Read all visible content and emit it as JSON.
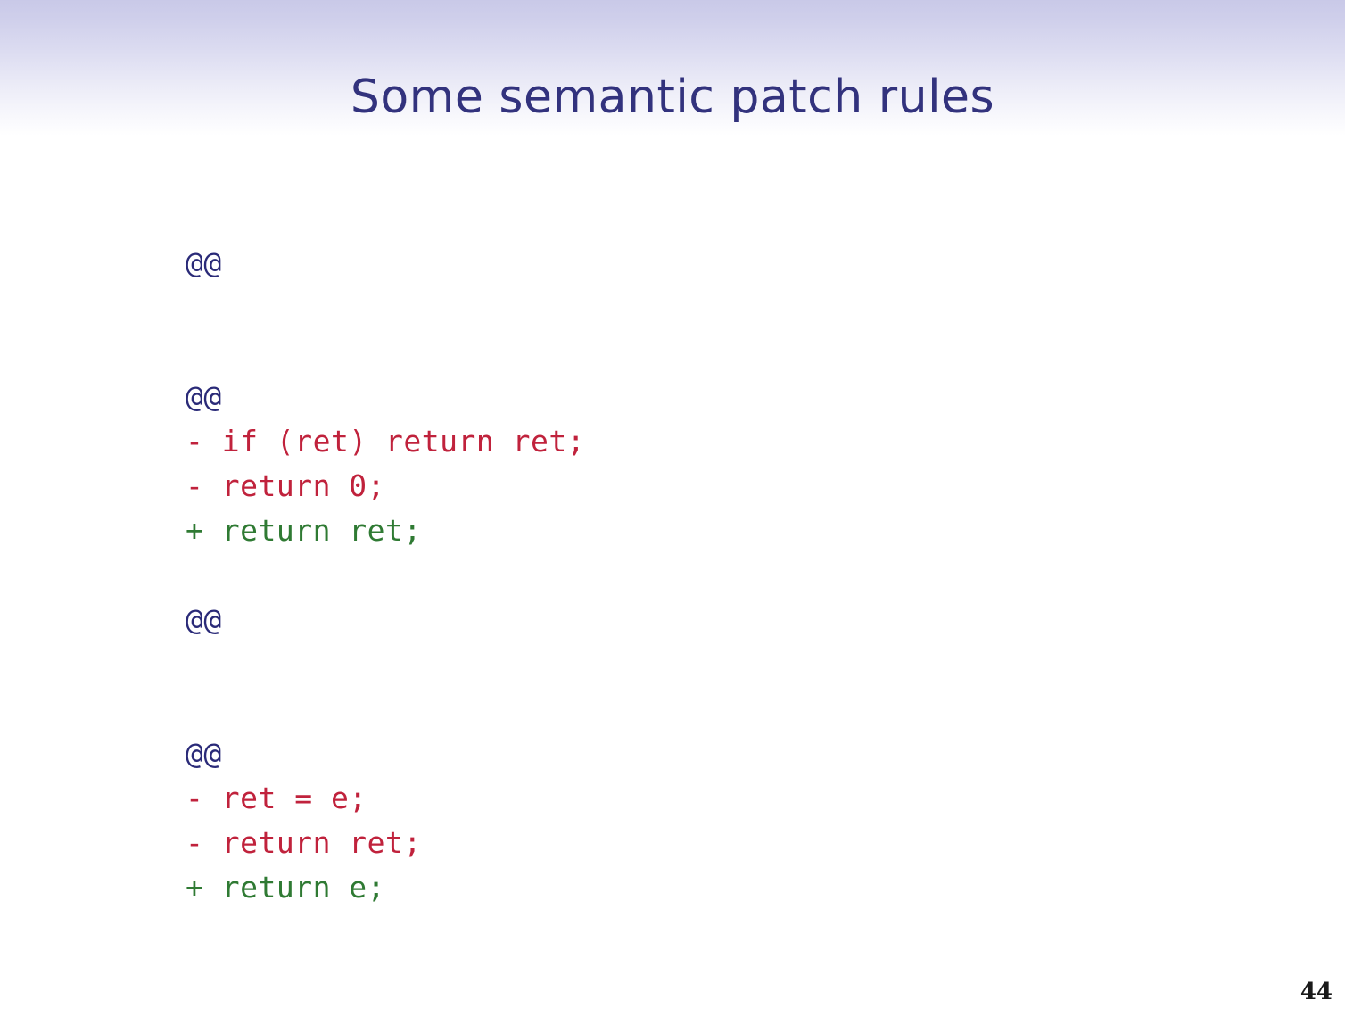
{
  "slide": {
    "title": "Some semantic patch rules",
    "page_number": "44",
    "colors": {
      "title": "#32327d",
      "marker": "#2a2a78",
      "removed": "#c0223c",
      "added": "#2f7a33",
      "gradient_top": "#c9c9e8",
      "gradient_bottom": "#ffffff",
      "page_number": "#1a1a1a"
    }
  },
  "code": {
    "blocks": [
      {
        "name": "rule-1",
        "lines": [
          {
            "kind": "marker",
            "text": "@@"
          },
          {
            "kind": "blank",
            "text": " "
          }
        ]
      },
      {
        "name": "rule-2",
        "lines": [
          {
            "kind": "blank",
            "text": " "
          },
          {
            "kind": "marker",
            "text": "@@"
          },
          {
            "kind": "removed",
            "text": "- if (ret) return ret;"
          },
          {
            "kind": "removed",
            "text": "- return 0;"
          },
          {
            "kind": "added",
            "text": "+ return ret;"
          }
        ]
      },
      {
        "name": "rule-3",
        "lines": [
          {
            "kind": "blank",
            "text": " "
          },
          {
            "kind": "marker",
            "text": "@@"
          },
          {
            "kind": "blank",
            "text": " "
          }
        ]
      },
      {
        "name": "rule-4",
        "lines": [
          {
            "kind": "blank",
            "text": " "
          },
          {
            "kind": "marker",
            "text": "@@"
          },
          {
            "kind": "removed",
            "text": "- ret = e;"
          },
          {
            "kind": "removed",
            "text": "- return ret;"
          },
          {
            "kind": "added",
            "text": "+ return e;"
          }
        ]
      }
    ]
  }
}
